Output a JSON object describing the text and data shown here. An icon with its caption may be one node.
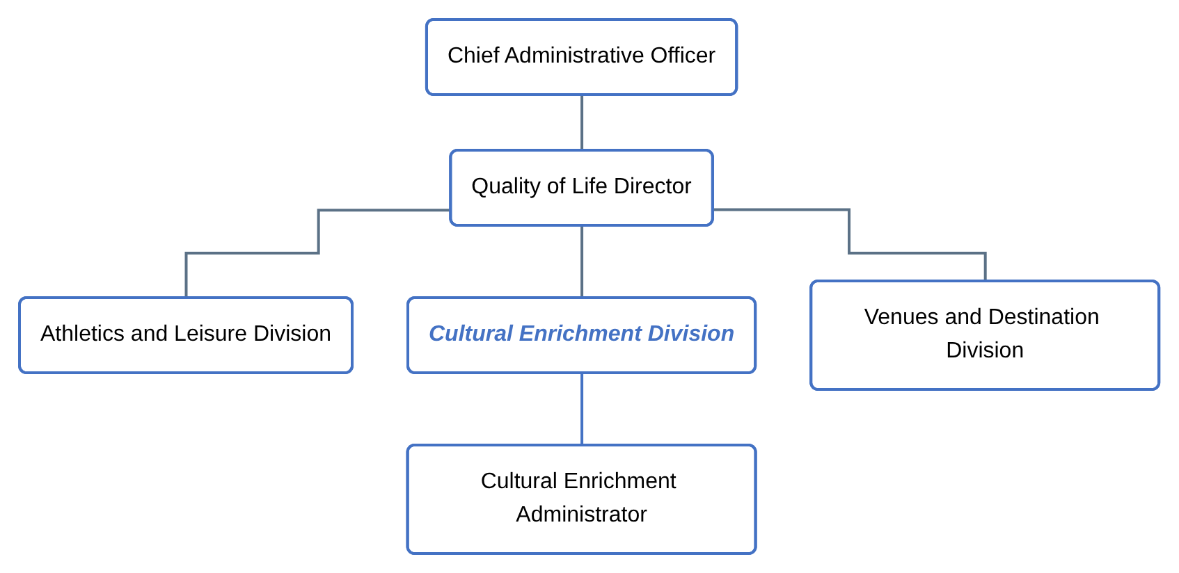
{
  "diagram": {
    "nodes": [
      {
        "text": [
          "Chief Administrative Officer"
        ]
      },
      {
        "text": [
          "Quality of Life Director"
        ]
      },
      {
        "text": [
          "Athletics and Leisure Division"
        ]
      },
      {
        "text": [
          "Cultural Enrichment Division"
        ]
      },
      {
        "text": [
          "Venues and Destination Division"
        ]
      },
      {
        "text": [
          "Cultural Enrichment Administrator"
        ]
      }
    ],
    "edges": [
      {
        "from": 0,
        "to": 1,
        "arrow": "none"
      },
      {
        "from": 1,
        "to": 2,
        "arrow": "none"
      },
      {
        "from": 1,
        "to": 3,
        "arrow": "none"
      },
      {
        "from": 1,
        "to": 4,
        "arrow": "none"
      },
      {
        "from": 3,
        "to": 5,
        "arrow": "none",
        "color": "#4472c4"
      }
    ]
  }
}
